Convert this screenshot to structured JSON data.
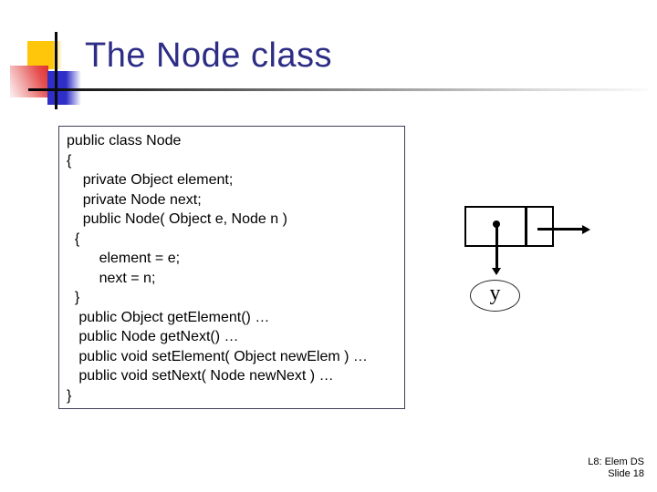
{
  "slide": {
    "title": "The Node class"
  },
  "code_box": {
    "lines": [
      "public class Node",
      "{",
      "    private Object element;",
      "    private Node next;",
      "    public Node( Object e, Node n )",
      "  {",
      "        element = e;",
      "        next = n;",
      "  }",
      "   public Object getElement() …",
      "   public Node getNext() …",
      "   public void setElement( Object newElem ) …",
      "   public void setNext( Node newNext ) …",
      "}"
    ]
  },
  "diagram": {
    "value_label": "y"
  },
  "footer": {
    "course": "L8: Elem DS",
    "slide_number": "Slide 18"
  },
  "colors": {
    "title_text": "#2d2d86",
    "accent_yellow": "#ffc60a",
    "accent_red": "#e03030",
    "accent_blue": "#2e2ec8",
    "line_black": "#000000",
    "code_box_border": "#3f3f55"
  }
}
